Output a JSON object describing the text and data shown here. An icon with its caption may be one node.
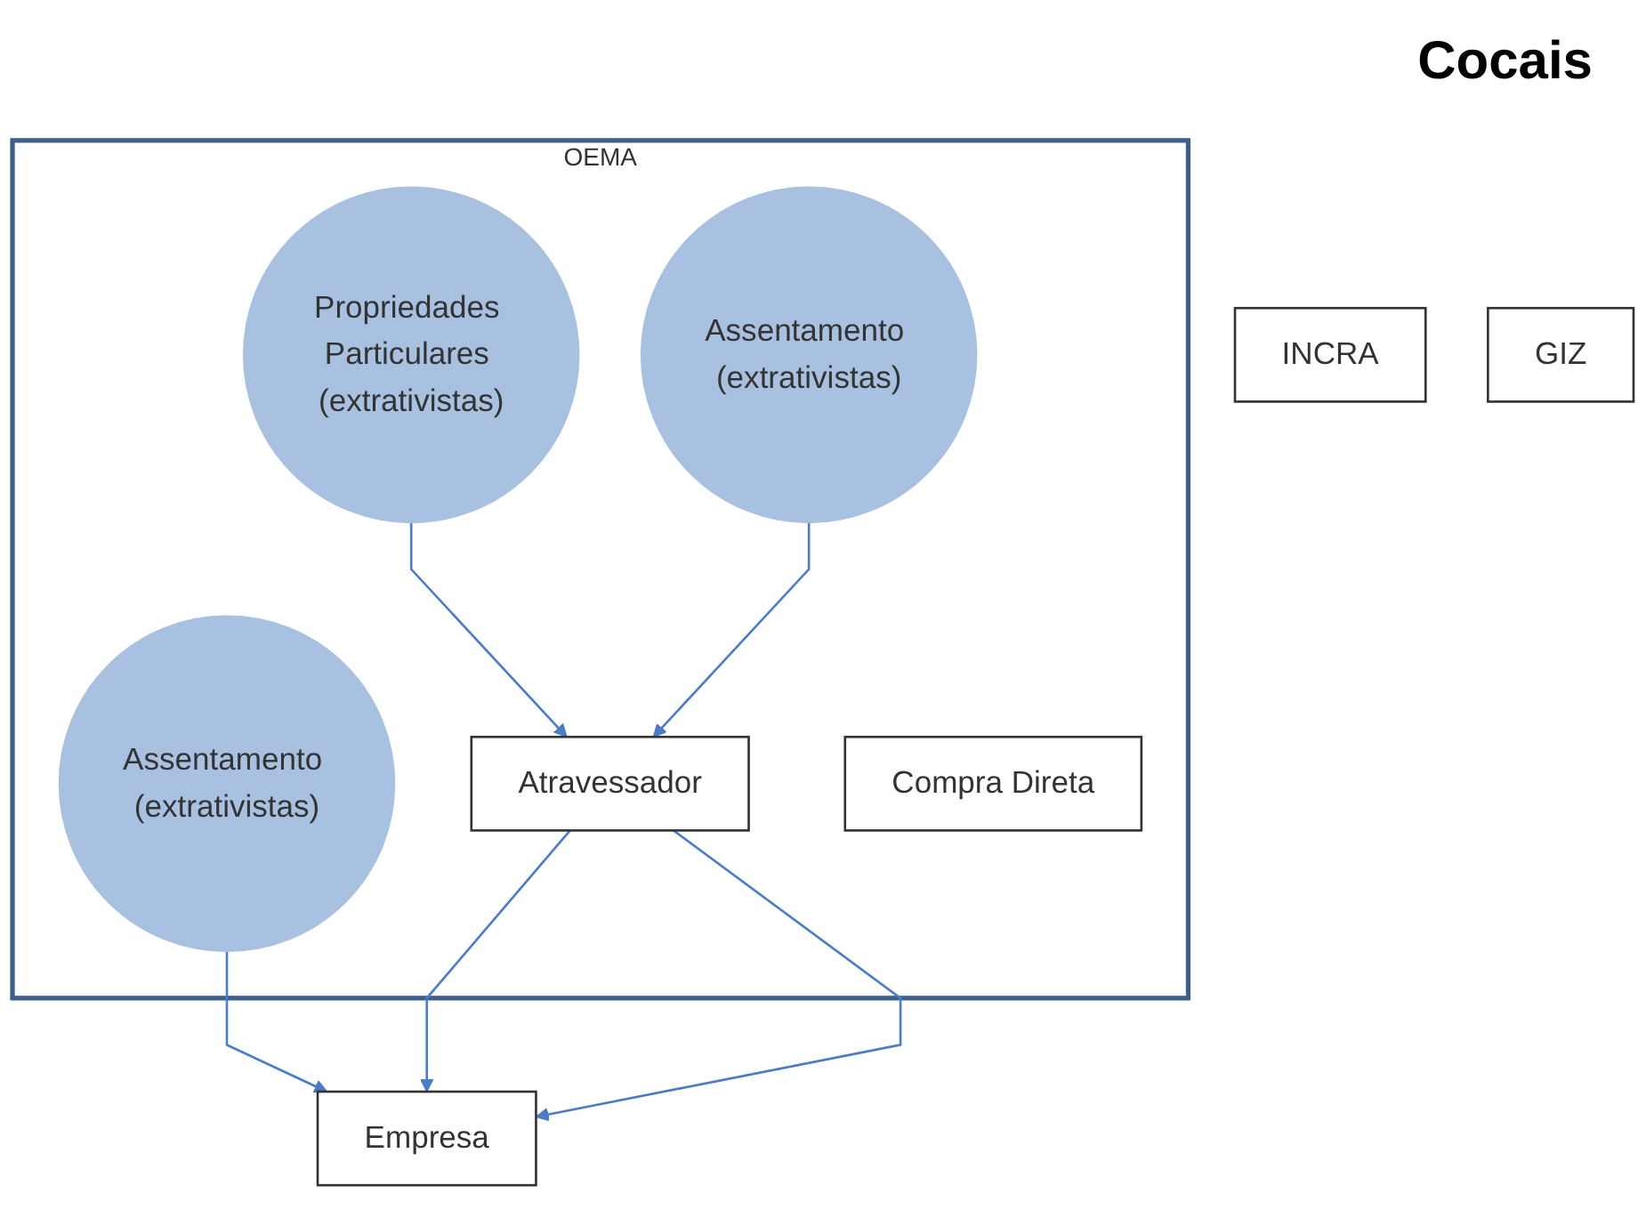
{
  "diagram": {
    "title": "Cocais",
    "nodes": [
      {
        "text": [
          "INCRA"
        ]
      },
      {
        "text": [
          "OEMA"
        ]
      },
      {
        "text": [
          "Assentamento (extrativistas)"
        ],
        "in": 1
      },
      {
        "text": [
          "Propriedades Particulares (extrativistas)"
        ],
        "in": 1
      },
      {
        "text": [
          "Assentamento (extrativistas)"
        ],
        "in": 1
      },
      {
        "text": [
          "Atravessador"
        ],
        "in": 1
      },
      {
        "text": [
          "Compra Direta"
        ],
        "in": 1
      },
      {
        "text": [
          "Empresa"
        ]
      },
      {
        "text": [
          "GIZ"
        ]
      }
    ],
    "edges": [
      {
        "from": 2,
        "to": 7,
        "arrow": "to"
      },
      {
        "from": 3,
        "to": 5,
        "arrow": "to"
      },
      {
        "from": 4,
        "to": 5,
        "arrow": "to"
      },
      {
        "from": 5,
        "to": 7,
        "arrow": "to"
      },
      {
        "from": 5,
        "to": 7,
        "arrow": "to"
      }
    ]
  }
}
